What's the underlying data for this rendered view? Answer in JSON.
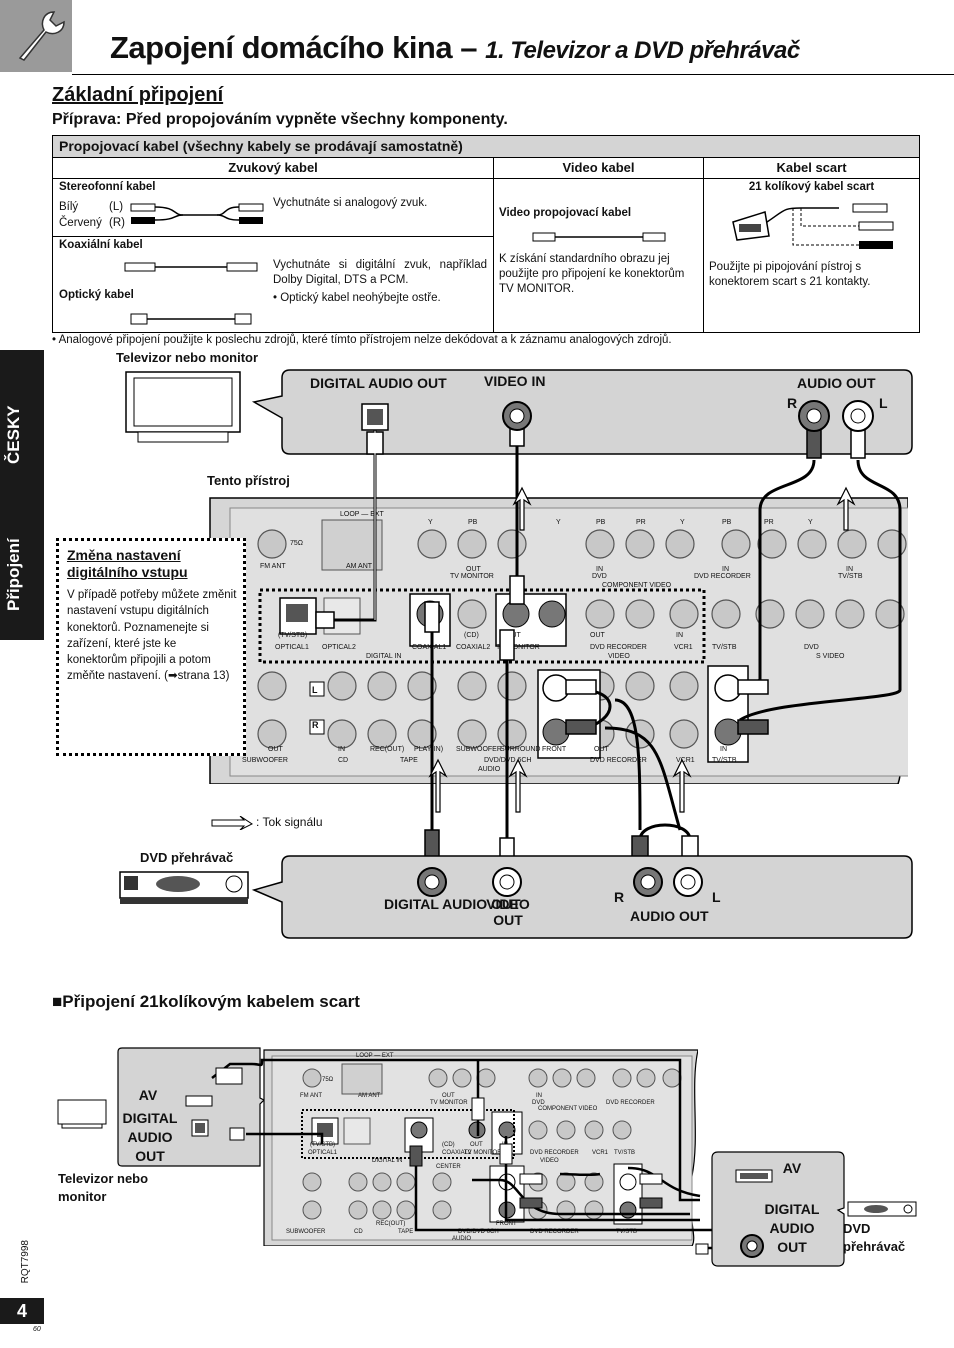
{
  "header": {
    "title_main": "Zapojení domácího kina –",
    "title_sub": "1. Televizor a DVD přehrávač",
    "icon": "wrench-icon"
  },
  "section1": {
    "heading": "Základní připojení",
    "prep": "Příprava: Před propojováním vypněte všechny komponenty."
  },
  "cable_table": {
    "header": "Propojovací kabel (všechny kabely se prodávají samostatně)",
    "col_audio": "Zvukový kabel",
    "col_video": "Video kabel",
    "col_scart": "Kabel scart",
    "stereo_label": "Stereofonní kabel",
    "white_label": "Bílý",
    "white_ch": "(L)",
    "red_label": "Červený",
    "red_ch": "(R)",
    "stereo_desc": "Vychutnáte si analogový zvuk.",
    "coax_label": "Koaxiální kabel",
    "optical_label": "Optický kabel",
    "digital_desc_1": "Vychutnáte si digitální zvuk, například Dolby Digital, DTS a PCM.",
    "digital_desc_2": "• Optický kabel neohýbejte ostře.",
    "video_label": "Video propojovací kabel",
    "video_desc": "K získání standardního obrazu jej použijte pro připojení ke konektorům TV MONITOR.",
    "scart_label": "21 kolíkový kabel scart",
    "scart_desc": "Použijte pi pipojování pístroj s konektorem scart s 21 kontakty."
  },
  "note": "• Analogové připojení použijte k poslechu zdrojů, které tímto přístrojem nelze dekódovat a k záznamu analogových zdrojů.",
  "side_tab": {
    "lang": "ČESKY",
    "section": "Připojení"
  },
  "diagram1": {
    "tv_label": "Televizor nebo monitor",
    "tv_digital": "DIGITAL AUDIO OUT",
    "tv_video": "VIDEO IN",
    "tv_audio": "AUDIO OUT",
    "r": "R",
    "l": "L",
    "unit_label": "Tento přístroj",
    "signal_legend": ": Tok signálu",
    "dvd_label": "DVD přehrávač",
    "dvd_digital": "DIGITAL AUDIO OUT",
    "dvd_video": "VIDEO OUT",
    "dvd_audio": "AUDIO OUT"
  },
  "change_box": {
    "title": "Změna nastavení digitálního vstupu",
    "body": "V případě potřeby můžete změnit nastavení vstupu digitálních konektorů. Poznamenejte si zařízení, které jste ke konektorům připojili a potom změňte nastavení. (➡strana 13)"
  },
  "panel_labels": {
    "fm_ant": "FM ANT",
    "am_ant": "AM ANT",
    "loop_ext": "LOOP — EXT",
    "ohm": "75Ω",
    "tv_monitor": "TV MONITOR",
    "dvd": "DVD",
    "dvd_recorder": "DVD RECORDER",
    "tv_stb": "TV/STB",
    "component_video": "COMPONENT VIDEO",
    "out": "OUT",
    "in": "IN",
    "y": "Y",
    "pb": "PB",
    "pr": "PR",
    "optical1": "OPTICAL1",
    "optical2": "OPTICAL2",
    "coaxial1": "COAXIAL1",
    "coaxial2": "COAXIAL2",
    "digital_in": "DIGITAL IN",
    "tvstb_paren": "(TV/STB)",
    "cd_paren": "(CD)",
    "video": "VIDEO",
    "s_video": "S VIDEO",
    "vcr1": "VCR1",
    "subwoofer": "SUBWOOFER",
    "cd": "CD",
    "tape": "TAPE",
    "rec_out": "REC(OUT)",
    "play_in": "PLAY(IN)",
    "surround": "SURROUND",
    "front": "FRONT",
    "center": "CENTER",
    "dvd_6ch": "DVD/DVD 6CH",
    "audio": "AUDIO",
    "l": "L",
    "r": "R"
  },
  "section2": {
    "heading": "■Připojení 21kolíkovým kabelem scart",
    "av": "AV",
    "tv_digital": "DIGITAL AUDIO OUT",
    "tv_label": "Televizor nebo monitor",
    "dvd_av": "AV",
    "dvd_digital": "DIGITAL AUDIO OUT",
    "dvd_label": "DVD přehrávač"
  },
  "footer": {
    "page": "4",
    "code": "RQT7998",
    "small": "60"
  }
}
